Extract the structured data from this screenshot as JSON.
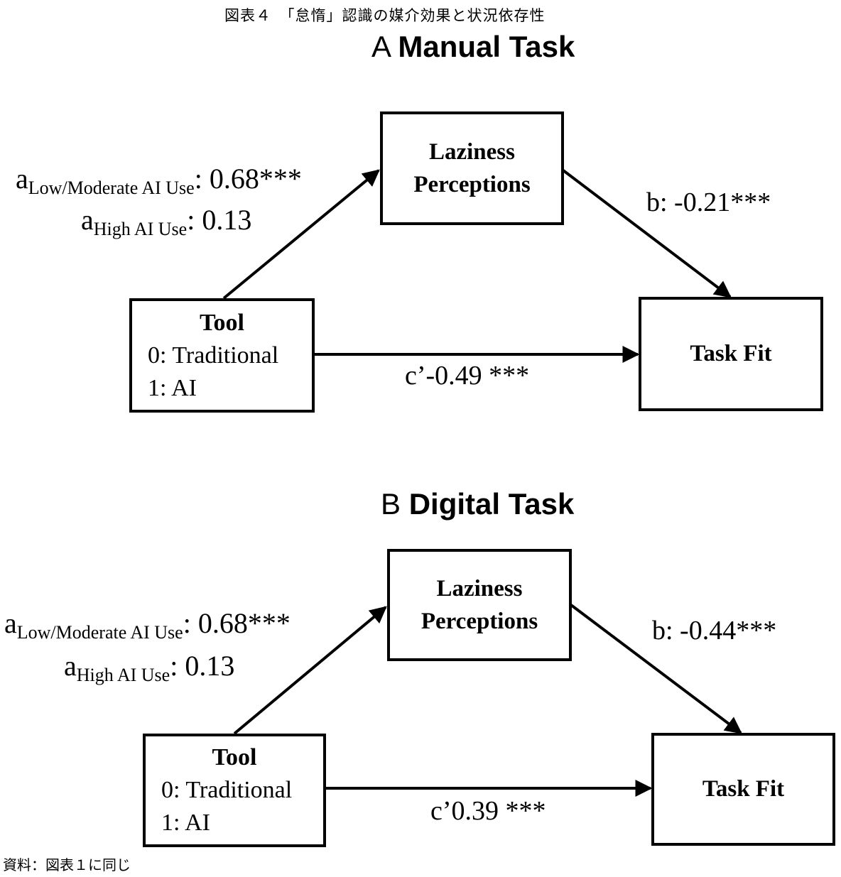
{
  "figure": {
    "caption": "図表４　「怠惰」認識の媒介効果と状況依存性",
    "source_note": "資料：図表１に同じ"
  },
  "panels": [
    {
      "letter": "A",
      "title": "Manual Task",
      "mediator": {
        "line1": "Laziness",
        "line2": "Perceptions"
      },
      "predictor": {
        "title": "Tool",
        "line1": "0: Traditional",
        "line2": "1: AI"
      },
      "outcome": "Task Fit",
      "paths": {
        "a_low": {
          "prefix": "a",
          "subscript": "Low/Moderate AI Use",
          "value": ": 0.68***"
        },
        "a_high": {
          "prefix": "a",
          "subscript": "High AI Use",
          "value": ": 0.13"
        },
        "b": "b: -0.21***",
        "c_prime": "c’-0.49 ***"
      }
    },
    {
      "letter": "B",
      "title": "Digital Task",
      "mediator": {
        "line1": "Laziness",
        "line2": "Perceptions"
      },
      "predictor": {
        "title": "Tool",
        "line1": "0: Traditional",
        "line2": "1: AI"
      },
      "outcome": "Task Fit",
      "paths": {
        "a_low": {
          "prefix": "a",
          "subscript": "Low/Moderate AI Use",
          "value": ": 0.68***"
        },
        "a_high": {
          "prefix": "a",
          "subscript": "High AI Use",
          "value": ": 0.13"
        },
        "b": "b: -0.44***",
        "c_prime": "c’0.39 ***"
      }
    }
  ]
}
